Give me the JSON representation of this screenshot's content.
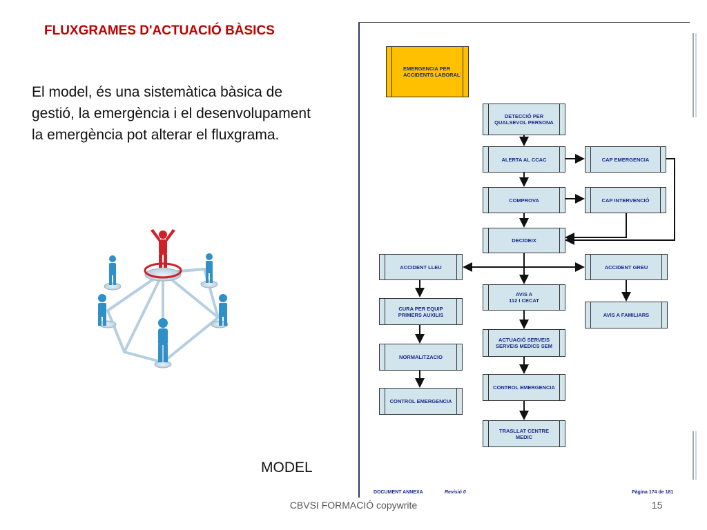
{
  "slide": {
    "title": "FLUXGRAMES D'ACTUACIÓ BÀSICS",
    "body": "El model, és una sistemàtica bàsica de gestió, la emergència i el desenvolupament la emergència pot alterar el fluxgrama.",
    "image_label": "MODEL",
    "footer": "CBVSI FORMACIÓ copywrite",
    "page_number": "15"
  },
  "colors": {
    "title": "#c00000",
    "box_fill": "#d2e5ec",
    "box_text": "#1a2a8a",
    "start_fill": "#ffc000"
  },
  "flowchart": {
    "start": "EMERGENCIA PER\nACCIDENTS LABORAL",
    "detect": "DETECCIÓ PER\nQUALSEVOL PERSONA",
    "alert": "ALERTA AL CCAC",
    "cap_emergencia": "CAP EMERGENCIA",
    "comprova": "COMPROVA",
    "cap_intervencio": "CAP INTERVENCIÓ",
    "decideix": "DECIDEIX",
    "accident_lleu": "ACCIDENT LLEU",
    "accident_greu": "ACCIDENT GREU",
    "avis_112": "AVIS A\n112 I CECAT",
    "cura": "CURA PER EQUIP\nPRIMERS AUXILIS",
    "avis_familiars": "AVIS A FAMILIARS",
    "actuacio": "ACTUACIÓ SERVEIS\nSERVEIS MEDICS SEM",
    "normalitzacio": "NORMALITZACIO",
    "control_left": "CONTROL EMERGENCIA",
    "control_center": "CONTROL EMERGENCIA",
    "trasllat": "TRASLLAT CENTRE\nMEDIC"
  },
  "doc_footer": {
    "left": "DOCUMENT ANNEXA",
    "revision": "Revisió 0",
    "page": "Pàgina 174 de 181"
  }
}
